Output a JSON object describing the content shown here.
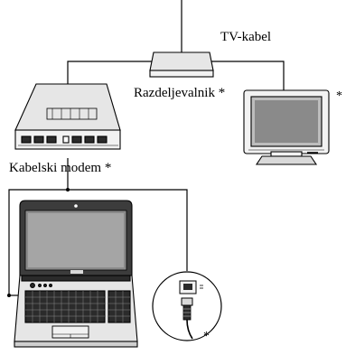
{
  "labels": {
    "tv_cable": "TV-kabel",
    "splitter": "Razdeljevalnik *",
    "cable_modem": "Kabelski modem *",
    "tv_asterisk": "*",
    "connector_asterisk": "*"
  },
  "colors": {
    "stroke": "#000000",
    "device_fill": "#f2f2f2",
    "device_top": "#e6e6e6",
    "screen": "#8a8a8a",
    "screen_dark": "#3c3c3c",
    "keys": "#2b2b2b"
  },
  "icons": {
    "splitter": "splitter-device-icon",
    "modem": "cable-modem-icon",
    "tv": "tv-monitor-icon",
    "laptop": "laptop-icon",
    "connector": "ethernet-connector-icon"
  }
}
